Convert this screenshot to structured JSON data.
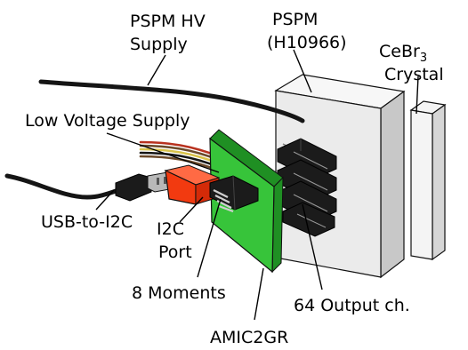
{
  "labels": {
    "pspm_hv_supply_line1": "PSPM HV",
    "pspm_hv_supply_line2": "Supply",
    "pspm_line1": "PSPM",
    "pspm_line2": "(H10966)",
    "crystal_line1_base": "CeBr",
    "crystal_line1_sub": "3",
    "crystal_line2": "Crystal",
    "low_voltage_supply": "Low Voltage Supply",
    "usb_to_i2c": "USB-to-I2C",
    "i2c_line1": "I2C",
    "i2c_line2": "Port",
    "moments": "8 Moments",
    "output_channels": "64 Output ch.",
    "amic": "AMIC2GR"
  },
  "colors": {
    "pspm_front": "#ebebeb",
    "pspm_side": "#c8c8c8",
    "pspm_top": "#f7f7f7",
    "crystal_front": "#f4f4f4",
    "crystal_side": "#d6d6d6",
    "pcb_green": "#37c43a",
    "pcb_green_dark": "#1f8f23",
    "red_adapter": "#f23a10",
    "connector_black": "#1b1b1b",
    "pins_gray": "#9a9a9a",
    "cable_black": "#151515",
    "ribbon_red": "#b8321f",
    "ribbon_brown": "#6b4a2a",
    "ribbon_yellow": "#d8c24a",
    "outline": "#111111"
  }
}
